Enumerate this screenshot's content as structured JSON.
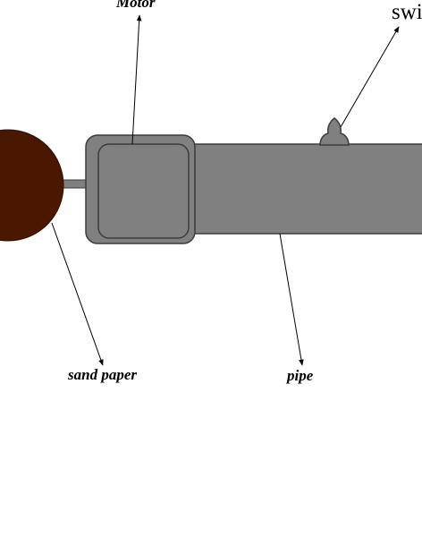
{
  "diagram": {
    "labels": {
      "motor": "Motor",
      "switch": "switc",
      "sand_paper": "sand paper",
      "pipe": "pipe"
    },
    "colors": {
      "sand_paper_disc": "#4a1800",
      "body": "#808080",
      "outline": "#3c3c3c",
      "arrow": "#000000"
    }
  }
}
